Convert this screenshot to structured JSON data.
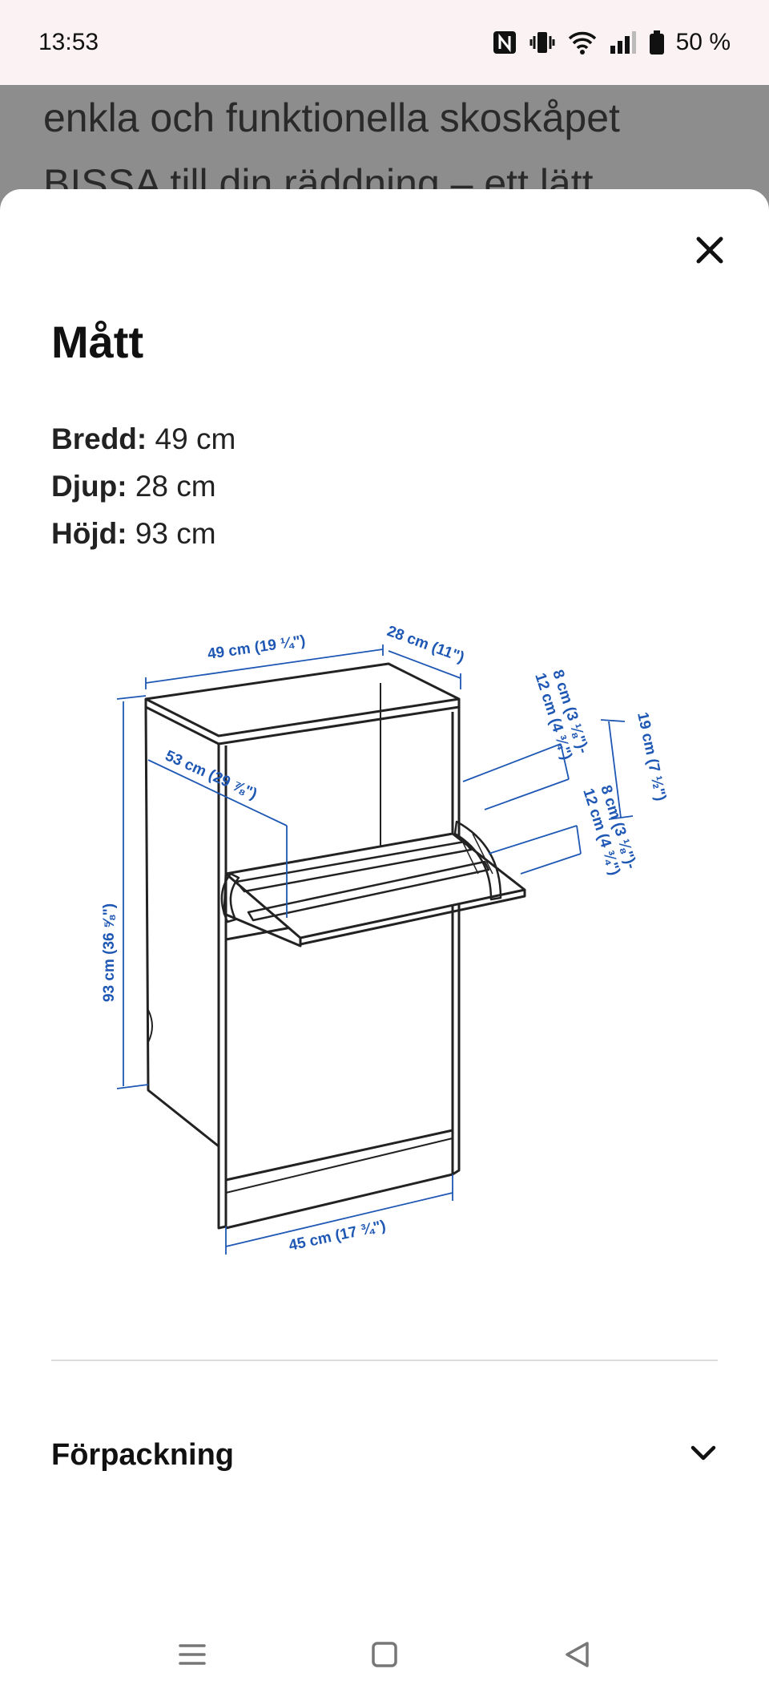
{
  "status_bar": {
    "time": "13:53",
    "battery": "50 %",
    "icons": [
      "nfc-icon",
      "vibrate-icon",
      "wifi-icon",
      "signal-icon",
      "battery-icon"
    ]
  },
  "background_page": {
    "line1": "enkla och funktionella skoskåpet",
    "line2": "BISSA till din räddning – ett lätt"
  },
  "sheet": {
    "title": "Mått",
    "dimensions": [
      {
        "label": "Bredd:",
        "value": "49 cm"
      },
      {
        "label": "Djup:",
        "value": "28 cm"
      },
      {
        "label": "Höjd:",
        "value": "93 cm"
      }
    ],
    "diagram_labels": {
      "width_top": "49 cm (19 ¼\")",
      "depth_top": "28 cm (11\")",
      "inner_depth": "53 cm (29 ⅞\")",
      "height": "93 cm (36 ⅝\")",
      "bottom_width": "45 cm (17 ¾\")",
      "open_a": "8 cm (3 ⅛\")-",
      "open_b": "12 cm (4 ¾\")",
      "open_c": "8 cm (3 ⅛\")-",
      "open_d": "12 cm (4 ¾\")",
      "open_e": "19 cm (7 ½\")"
    },
    "close_icon": "close-icon",
    "accordion": {
      "label": "Förpackning",
      "icon": "chevron-down-icon"
    }
  },
  "nav_bar": {
    "icons": [
      "menu-icon",
      "home-icon",
      "back-icon"
    ]
  },
  "colors": {
    "dimension_blue": "#1e57b4",
    "status_bg": "#fbf3f3",
    "scrim": "#8d8d8d"
  }
}
